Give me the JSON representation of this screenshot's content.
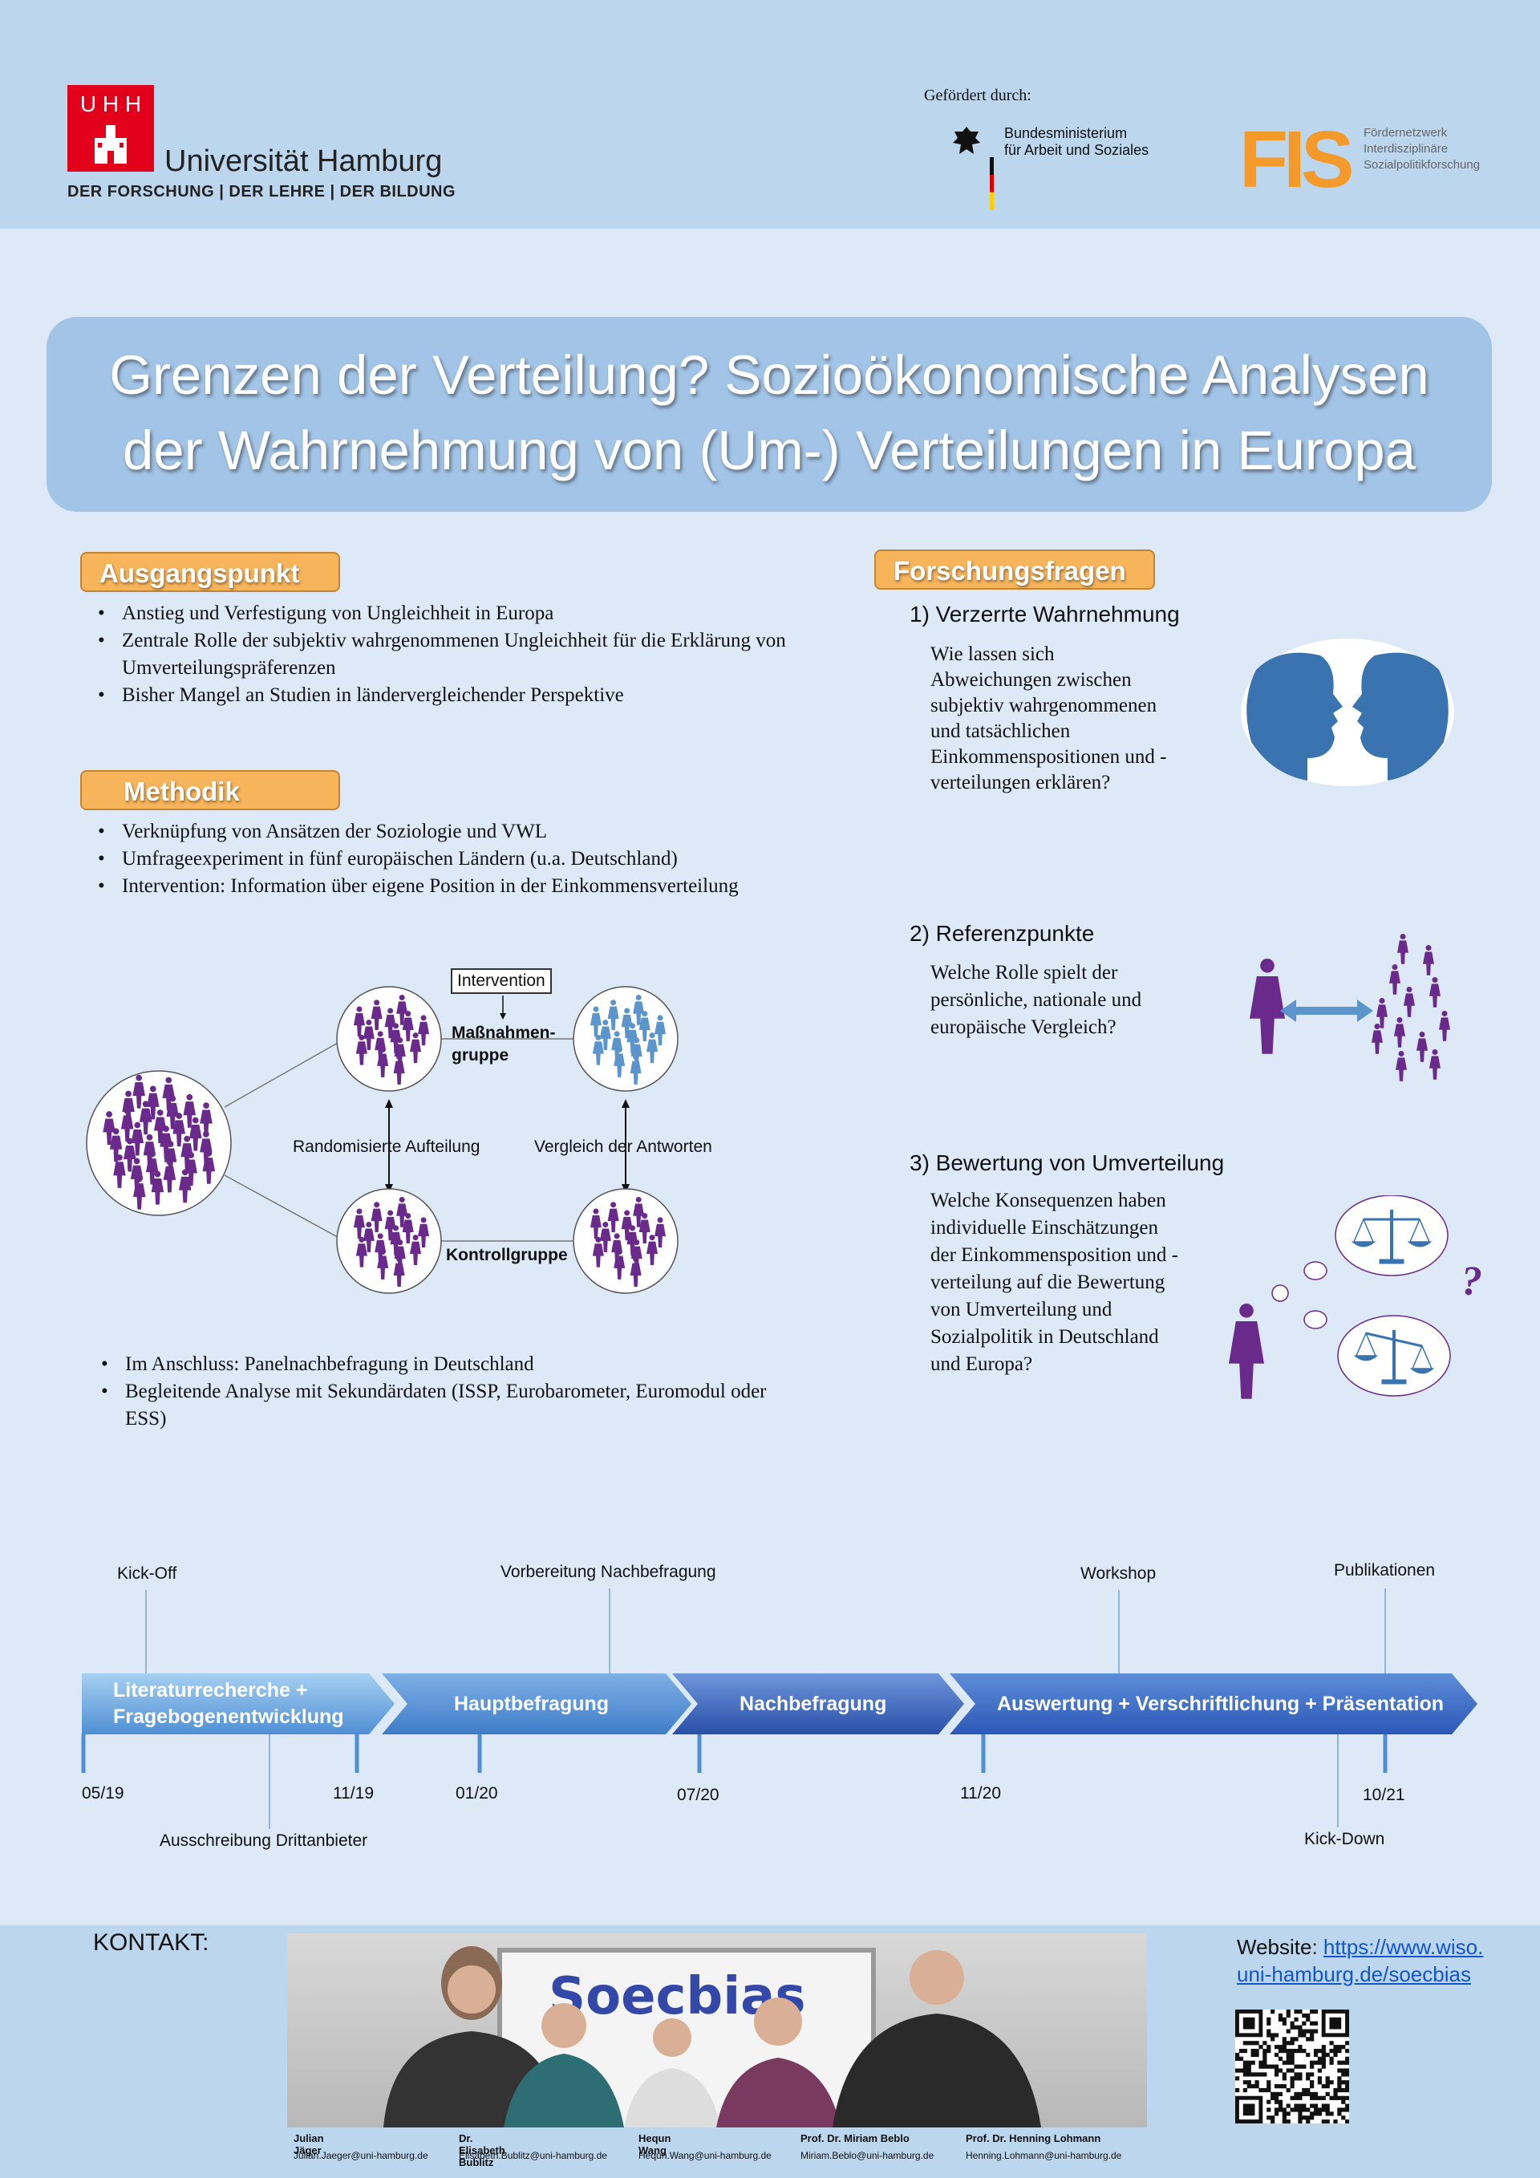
{
  "header": {
    "logo_mark": "U H H",
    "university": "Universität Hamburg",
    "slogan": "DER FORSCHUNG | DER LEHRE | DER BILDUNG",
    "funded_by": "Gefördert durch:",
    "ministry_line1": "Bundesministerium",
    "ministry_line2": "für Arbeit und Soziales",
    "fis_logo": "FIS",
    "fis_line1": "Fördernetzwerk",
    "fis_line2": "Interdisziplinäre",
    "fis_line3": "Sozialpolitikforschung"
  },
  "title": {
    "line1": "Grenzen der Verteilung? Sozioökonomische Analysen",
    "line2": "der Wahrnehmung von (Um-) Verteilungen in Europa"
  },
  "ausgangspunkt": {
    "heading": "Ausgangspunkt",
    "items": [
      "Anstieg und Verfestigung von Ungleichheit in Europa",
      "Zentrale Rolle der subjektiv wahrgenommenen Ungleichheit für die Erklärung von Umverteilungspräferenzen",
      "Bisher Mangel an Studien in ländervergleichender Perspektive"
    ]
  },
  "methodik": {
    "heading": "Methodik",
    "items": [
      "Verknüpfung von Ansätzen der Soziologie und VWL",
      "Umfrageexperiment in fünf europäischen Ländern (u.a. Deutschland)",
      "Intervention: Information über eigene Position in der Einkommensverteilung"
    ],
    "items_after": [
      "Im Anschluss: Panelnachbefragung in Deutschland",
      "Begleitende Analyse mit Sekundärdaten (ISSP, Eurobarometer, Euromodul oder ESS)"
    ]
  },
  "diagram": {
    "intervention": "Intervention",
    "treatment_1": "Maßnahmen-",
    "treatment_2": "gruppe",
    "randomized": "Randomisierte Aufteilung",
    "comparison": "Vergleich der Antworten",
    "control": "Kontrollgruppe"
  },
  "forschungsfragen": {
    "heading": "Forschungsfragen",
    "q1_title": "1) Verzerrte Wahrnehmung",
    "q1_text": "Wie lassen sich Abweichungen zwischen subjektiv wahrgenommenen und tatsächlichen Einkommenspositionen und -verteilungen erklären?",
    "q2_title": "2) Referenzpunkte",
    "q2_text": "Welche Rolle spielt der persönliche, nationale und europäische Vergleich?",
    "q3_title": "3) Bewertung von Umverteilung",
    "q3_text": "Welche Konsequenzen haben individuelle Einschätzungen der Einkommensposition und -verteilung auf die Bewertung von Umverteilung und Sozialpolitik in Deutschland und Europa?",
    "question_mark": "?"
  },
  "timeline": {
    "above": [
      "Kick-Off",
      "Vorbereitung Nachbefragung",
      "Workshop",
      "Publikationen"
    ],
    "phases": [
      "Literaturrecherche + Fragebogenentwicklung",
      "Hauptbefragung",
      "Nachbefragung",
      "Auswertung + Verschriftlichung + Präsentation"
    ],
    "phase1_line1": "Literaturrecherche +",
    "phase1_line2": "Fragebogenentwicklung",
    "dates": [
      "05/19",
      "11/19",
      "01/20",
      "07/20",
      "11/20",
      "10/21"
    ],
    "below": [
      "Ausschreibung Drittanbieter",
      "Kick-Down"
    ],
    "colors": {
      "light": "#8dbde8",
      "mid": "#4f86cf",
      "dark": "#2f55b3"
    }
  },
  "contact": {
    "label": "KONTAKT:",
    "photo_text": "Soecbias",
    "names": [
      "Julian Jäger",
      "Dr. Elisabeth Bublitz",
      "Hequn Wang",
      "Prof. Dr. Miriam Beblo",
      "Prof. Dr. Henning Lohmann"
    ],
    "emails": [
      "Julian.Jaeger@uni-hamburg.de",
      "Elisabeth.Bublitz@uni-hamburg.de",
      "Hequn.Wang@uni-hamburg.de",
      "Miriam.Beblo@uni-hamburg.de",
      "Henning.Lohmann@uni-hamburg.de"
    ],
    "website_label": "Website:",
    "website_line1": "https://www.wiso.",
    "website_line2": "uni-hamburg.de/soecbias"
  },
  "colors": {
    "purple": "#6a2a8c",
    "blue_person": "#5b95cc",
    "accent_orange": "#f8b45a",
    "face_blue": "#3a74b0"
  }
}
